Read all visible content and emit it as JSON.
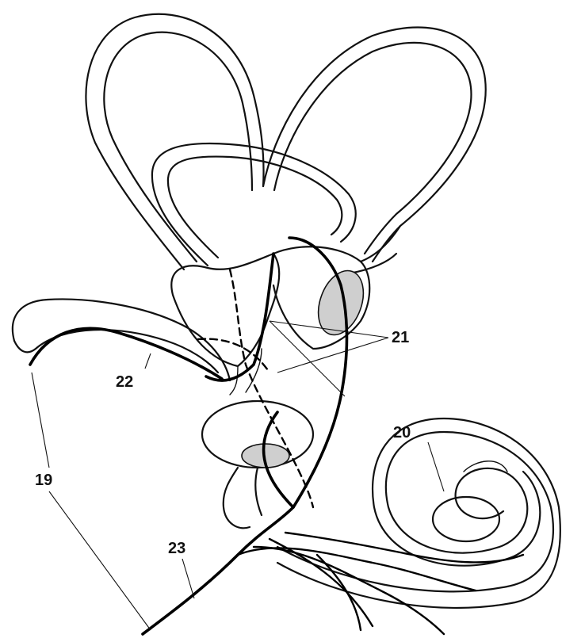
{
  "labels": {
    "l19": "19",
    "l20": "20",
    "l21": "21",
    "l22": "22",
    "l23": "23"
  }
}
